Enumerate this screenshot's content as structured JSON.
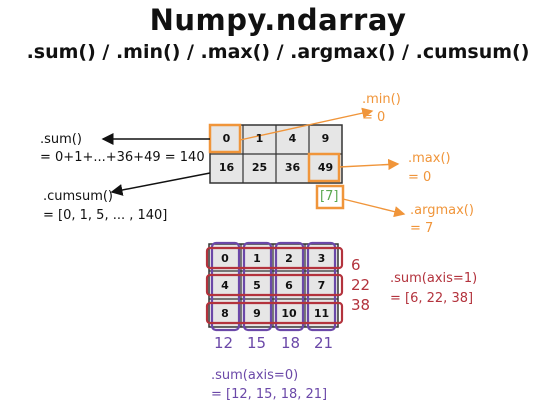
{
  "title": "Numpy.ndarray",
  "subtitle": ".sum() / .min() / .max() / .argmax() / .cumsum()",
  "top_array": {
    "rows": [
      [
        "0",
        "1",
        "4",
        "9"
      ],
      [
        "16",
        "25",
        "36",
        "49"
      ]
    ]
  },
  "sum_label": ".sum()",
  "sum_expr": "= 0+1+...+36+49 = 140",
  "cumsum_label": ".cumsum()",
  "cumsum_expr": "= [0, 1, 5, ... , 140]",
  "min_label": ".min()",
  "min_value": "= 0",
  "max_label": ".max()",
  "max_value": "= 0",
  "argmax_index": "[7]",
  "argmax_label": ".argmax()",
  "argmax_value": "= 7",
  "bottom_array": {
    "rows": [
      [
        "0",
        "1",
        "2",
        "3"
      ],
      [
        "4",
        "5",
        "6",
        "7"
      ],
      [
        "8",
        "9",
        "10",
        "11"
      ]
    ]
  },
  "row_sums": [
    "6",
    "22",
    "38"
  ],
  "sum_axis1_label": ".sum(axis=1)",
  "sum_axis1_value": "= [6, 22, 38]",
  "col_sums": [
    "12",
    "15",
    "18",
    "21"
  ],
  "sum_axis0_label": ".sum(axis=0)",
  "sum_axis0_value": "= [12, 15, 18, 21]",
  "colors": {
    "orange": "#f0953a",
    "red": "#b3333d",
    "purple": "#6b48a8",
    "green": "#5aa84f",
    "cell_fill": "#e6e6e6"
  }
}
